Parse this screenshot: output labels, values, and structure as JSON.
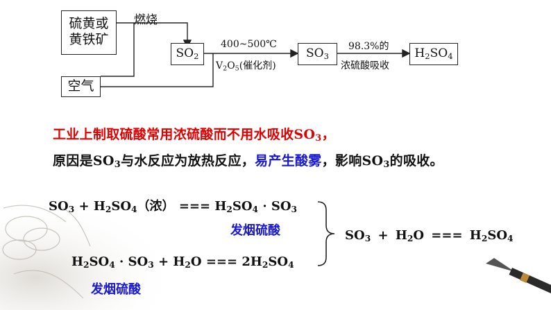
{
  "flow": {
    "raw1_line1": "硫黄或",
    "raw1_line2": "黄铁矿",
    "burn_label": "燃烧",
    "air": "空气",
    "so2": [
      "SO",
      "2",
      ""
    ],
    "cond_temp": "400~500℃",
    "cond_cat": [
      "V",
      "2",
      "O",
      "5",
      "(催化剂)"
    ],
    "so3": [
      "SO",
      "3",
      ""
    ],
    "absorb_top": "98.3%的",
    "absorb_bottom": "浓硫酸吸收",
    "h2so4": [
      "H",
      "2",
      "SO",
      "4",
      ""
    ]
  },
  "text": {
    "line1": [
      "工业上制取硫酸常用浓硫酸而不用水吸收SO",
      "3",
      "，"
    ],
    "line2_a": [
      "原因是SO",
      "3",
      "与水反应为放热反应，"
    ],
    "line2_b": "易产生酸雾",
    "line2_c": [
      "，影响SO",
      "3",
      "的吸收。"
    ]
  },
  "equations": {
    "eq1": [
      "SO",
      "3",
      " + H",
      "2",
      "SO",
      "4",
      "（浓） === H",
      "2",
      "SO",
      "4",
      " · SO",
      "3",
      ""
    ],
    "eq1_tag": "发烟硫酸",
    "eq2": [
      "H",
      "2",
      "SO",
      "4",
      " · SO",
      "3",
      " + H",
      "2",
      "O === 2H",
      "2",
      "SO",
      "4",
      ""
    ],
    "eq2_tag": "发烟硫酸",
    "eq3": [
      "SO",
      "3",
      " + H",
      "2",
      "O === H",
      "2",
      "SO",
      "4",
      ""
    ]
  },
  "colors": {
    "red": "#e00000",
    "blue": "#1818d0"
  }
}
